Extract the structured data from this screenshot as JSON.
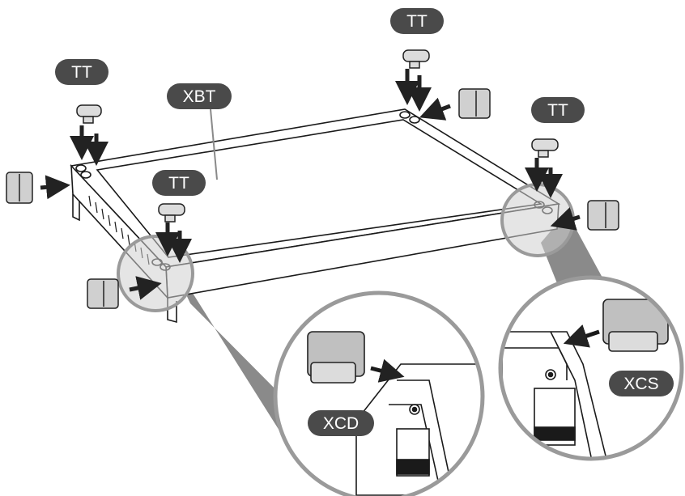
{
  "labels": {
    "tt_top": "TT",
    "tt_left": "TT",
    "tt_right": "TT",
    "tt_center": "TT",
    "xbt": "XBT",
    "xcd": "XCD",
    "xcs": "XCS"
  },
  "colors": {
    "label_fill": "#4a4a4a",
    "label_text": "#ffffff",
    "line": "#1a1a1a",
    "arrow": "#222222",
    "part_fill": "#d0d0d0",
    "zoom_fill": "#bdbdbd",
    "zoom_cone": "#8a8a8a"
  }
}
